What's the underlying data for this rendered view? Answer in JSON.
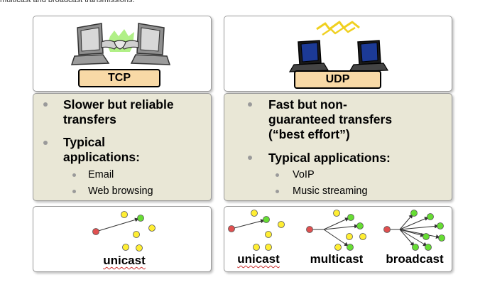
{
  "caption": "multicast and broadcast transmissions.",
  "tcp": {
    "label": "TCP",
    "bullets": [
      "Slower but reliable",
      "transfers",
      "Typical",
      "applications:"
    ],
    "sub_bullets": [
      "Email",
      "Web browsing"
    ]
  },
  "udp": {
    "label": "UDP",
    "bullets": [
      "Fast but non-",
      "guaranteed transfers",
      "(“best effort”)",
      "Typical applications:"
    ],
    "sub_bullets": [
      "VoIP",
      "Music streaming"
    ]
  },
  "cast_labels": {
    "left_unicast": "unicast",
    "right_unicast": "unicast",
    "multicast": "multicast",
    "broadcast": "broadcast"
  },
  "colors": {
    "label_fill": "#f8d9a6",
    "panel_tan": "#e9e7d6",
    "source_node": "#e05050",
    "target_node": "#66dd33",
    "other_node": "#ffee33"
  }
}
